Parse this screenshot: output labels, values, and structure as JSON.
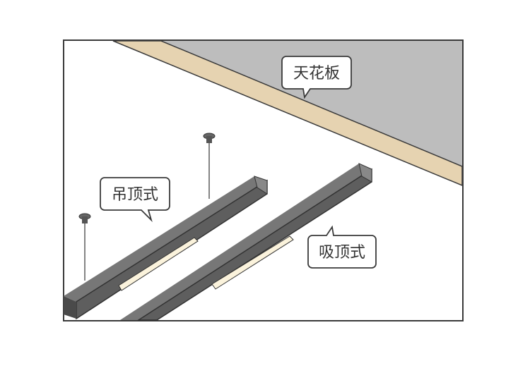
{
  "labels": {
    "ceiling": "天花板",
    "pendant": "吊顶式",
    "surface": "吸顶式"
  },
  "colors": {
    "ceiling_gray": "#bdbdbd",
    "beam_beige": "#e6d3b1",
    "bar_dark": "#5e5e5e",
    "bar_top": "#777777",
    "light_strip": "#fbf3dc",
    "outline": "#3a3a3a"
  }
}
